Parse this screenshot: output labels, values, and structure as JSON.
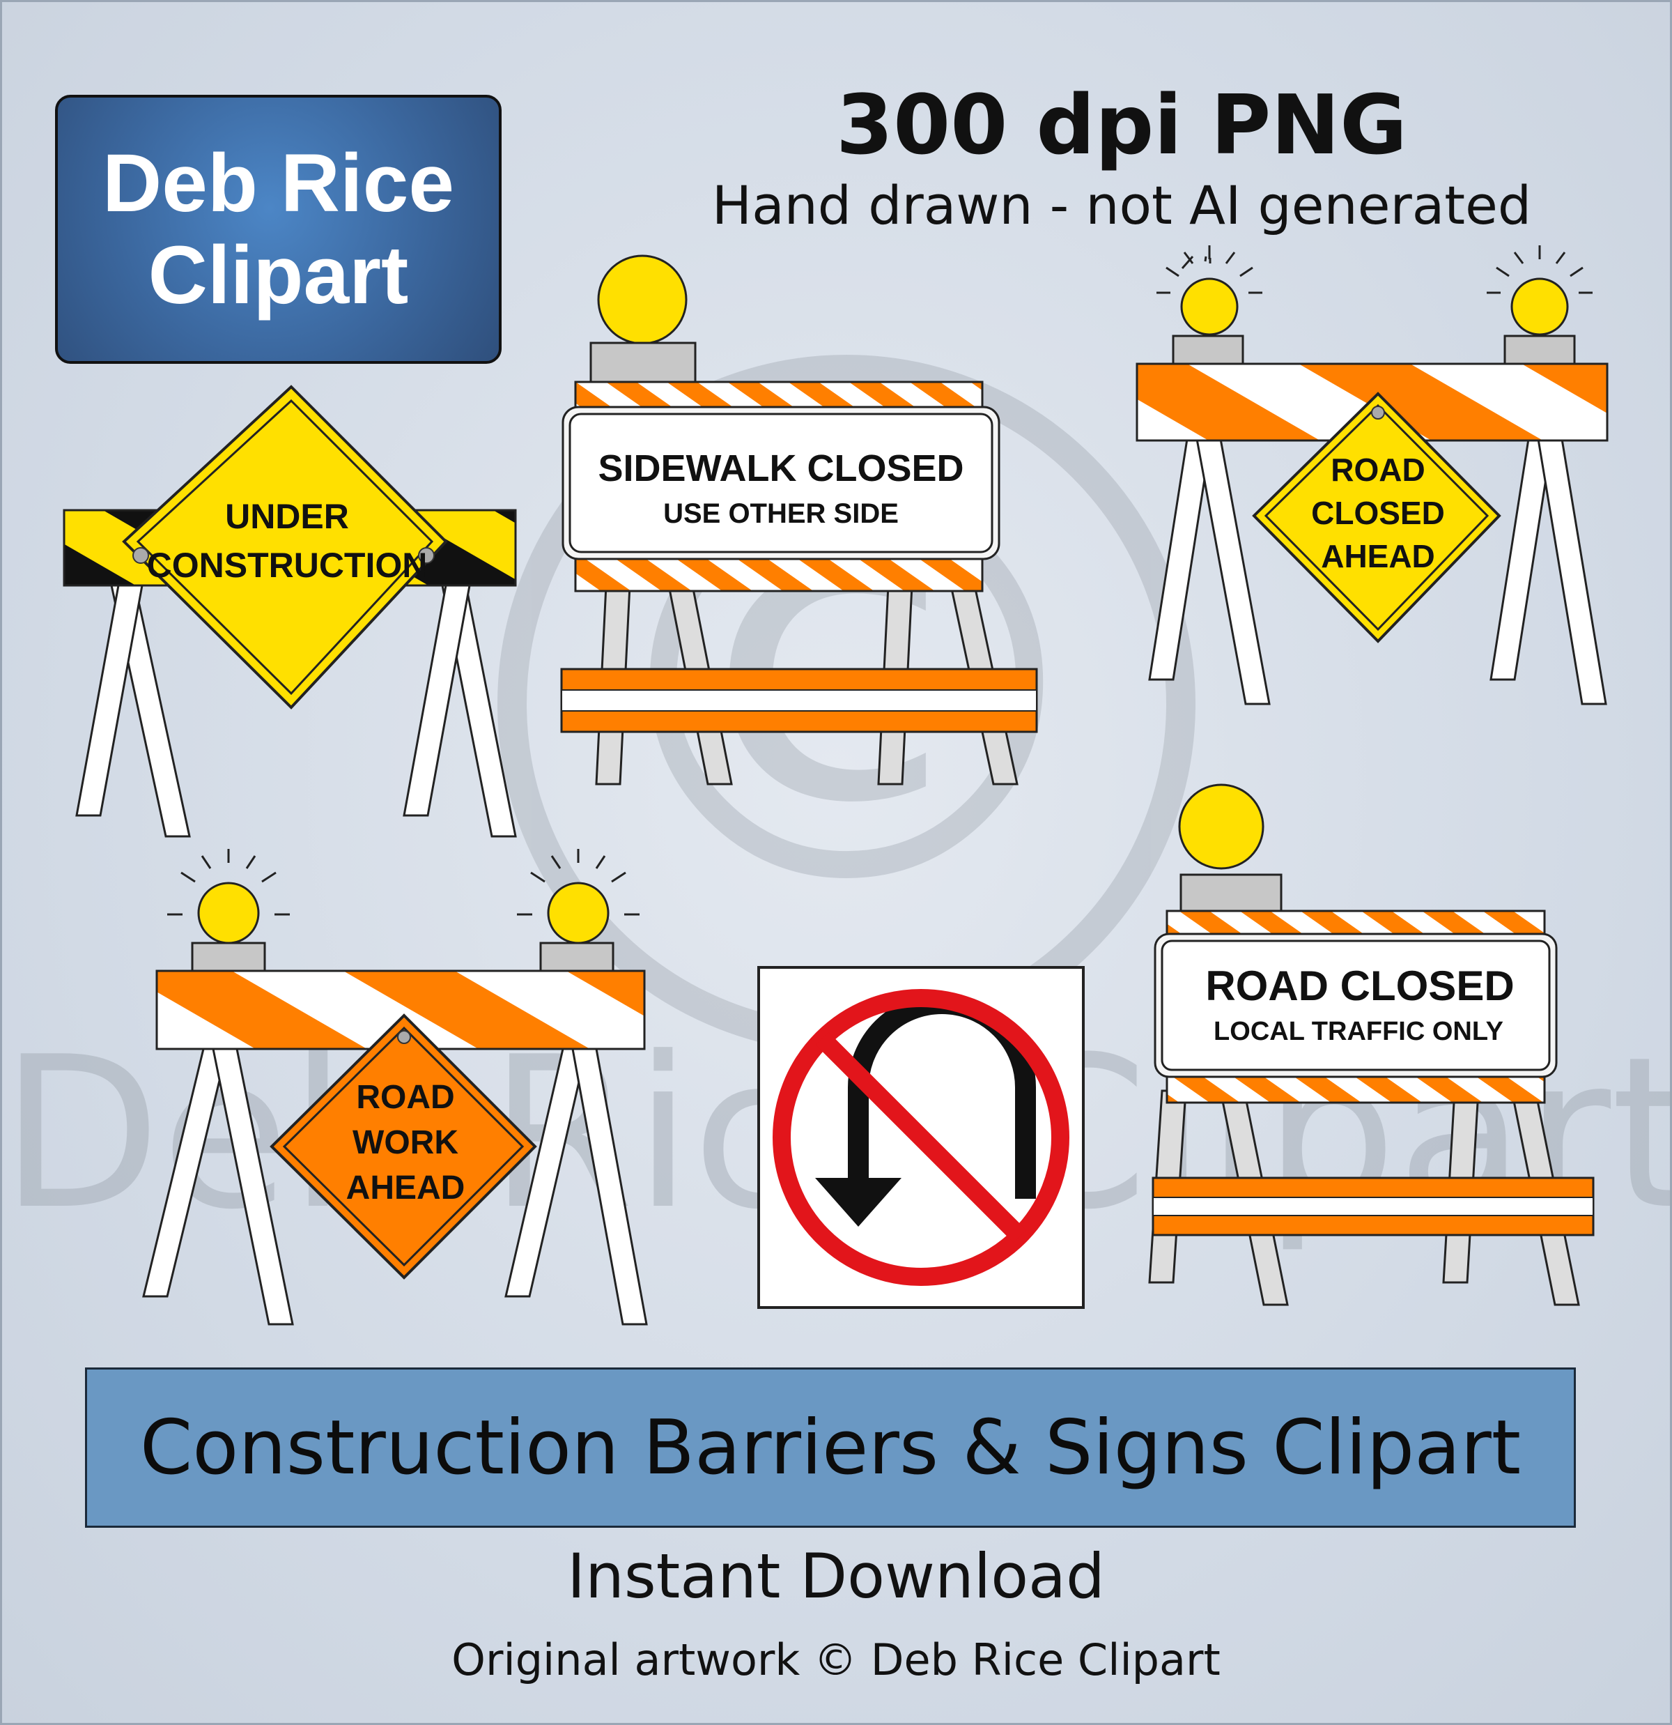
{
  "brand": {
    "line1": "Deb Rice",
    "line2": "Clipart"
  },
  "header": {
    "format": "300 dpi PNG",
    "note": "Hand drawn - not AI generated"
  },
  "signs": {
    "under_construction": {
      "line1": "UNDER",
      "line2": "CONSTRUCTION"
    },
    "sidewalk": {
      "line1": "SIDEWALK CLOSED",
      "line2": "USE OTHER SIDE"
    },
    "road_closed_ahead": {
      "line1": "ROAD",
      "line2": "CLOSED",
      "line3": "AHEAD"
    },
    "road_work_ahead": {
      "line1": "ROAD",
      "line2": "WORK",
      "line3": "AHEAD"
    },
    "road_closed_local": {
      "line1": "ROAD CLOSED",
      "line2": "LOCAL TRAFFIC ONLY"
    },
    "no_u_turn_icon": "no-u-turn-icon"
  },
  "watermark": {
    "text": "Deb Rice Clipart",
    "symbol": "©"
  },
  "footer": {
    "title": "Construction Barriers & Signs Clipart",
    "download": "Instant Download",
    "credit": "Original artwork © Deb Rice Clipart"
  },
  "colors": {
    "orange": "#ff7f00",
    "yellow": "#ffe000",
    "brand_blue": "#3b679e",
    "band_blue": "#6a98c3",
    "red": "#e2151b"
  }
}
